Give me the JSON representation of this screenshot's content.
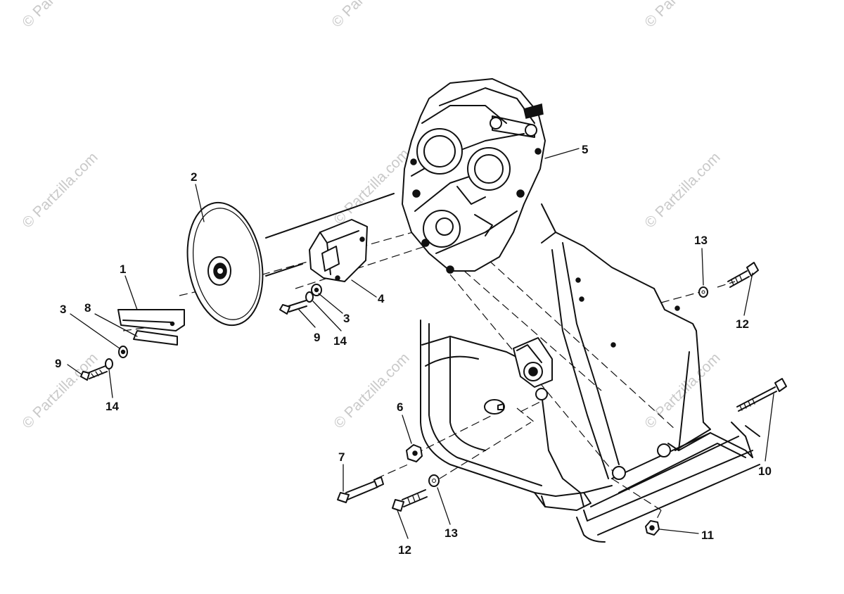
{
  "watermark": {
    "text": "© Partzilla.com",
    "color": "#c9c9c9"
  },
  "callouts": [
    "1",
    "2",
    "3",
    "3",
    "4",
    "5",
    "6",
    "7",
    "8",
    "9",
    "9",
    "10",
    "11",
    "12",
    "12",
    "13",
    "13",
    "14",
    "14"
  ],
  "parts": [
    {
      "icon": "drive-clutch-sheave-icon"
    },
    {
      "icon": "chaincase-housing-icon"
    },
    {
      "icon": "engine-mount-bracket-icon"
    },
    {
      "icon": "mounting-plate-icon"
    },
    {
      "icon": "bolt-icon"
    },
    {
      "icon": "washer-icon"
    },
    {
      "icon": "nut-icon"
    },
    {
      "icon": "chassis-frame-icon"
    }
  ]
}
